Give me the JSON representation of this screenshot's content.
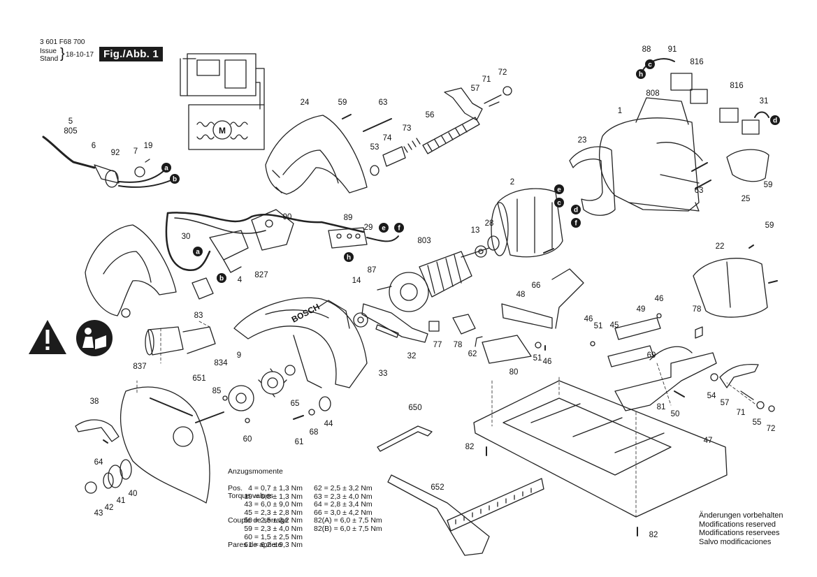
{
  "header": {
    "part_number": "3 601 F68 700",
    "issue_label": "Issue",
    "stand_label": "Stand",
    "date": "18-10-17",
    "figure": "Fig./Abb. 1"
  },
  "torque": {
    "headings": [
      "Anzugsmomente",
      "Torque values",
      "Couple de serrage",
      "Pares de apriete"
    ],
    "pos_label": "Pos.",
    "col1": [
      "4 = 0,7 ± 1,3 Nm",
      "19 = 0,8 ± 1,3 Nm",
      "43 = 6,0 ± 9,0 Nm",
      "45 = 2,3 ± 2,8 Nm",
      "50 = 2,5 ± 3,2 Nm",
      "59 = 2,3 ± 4,0 Nm",
      "60 = 1,5 ± 2,5 Nm",
      "61 = 6,2 ± 9,3 Nm"
    ],
    "col2": [
      "62 = 2,5 ± 3,2 Nm",
      "63 = 2,3 ± 4,0 Nm",
      "64 = 2,8 ± 3,4 Nm",
      "66 = 3,0 ± 4,2 Nm",
      "82(A) = 6,0 ± 7,5 Nm",
      "82(B) = 6,0 ± 7,5 Nm"
    ]
  },
  "modifications": [
    "Änderungen vorbehalten",
    "Modifications reserved",
    "Modifications reservees",
    "Salvo modificaciones"
  ],
  "brand": "BOSCH",
  "motor_symbol": "M",
  "callouts": [
    "a",
    "b",
    "c",
    "d",
    "e",
    "f"
  ],
  "part_labels": [
    "1",
    "2",
    "4",
    "5",
    "6",
    "7",
    "9",
    "13",
    "14",
    "19",
    "22",
    "23",
    "24",
    "25",
    "28",
    "29",
    "30",
    "31",
    "32",
    "33",
    "38",
    "40",
    "41",
    "42",
    "43",
    "44",
    "45",
    "46",
    "47",
    "48",
    "49",
    "50",
    "51",
    "53",
    "54",
    "55",
    "56",
    "57",
    "59",
    "60",
    "61",
    "62",
    "63",
    "64",
    "65",
    "66",
    "68",
    "69",
    "71",
    "72",
    "73",
    "74",
    "77",
    "78",
    "80",
    "81",
    "82",
    "83",
    "85",
    "87",
    "88",
    "89",
    "90",
    "91",
    "92",
    "650",
    "651",
    "652",
    "803",
    "805",
    "808",
    "816",
    "827",
    "834",
    "837"
  ],
  "colors": {
    "figure_bg": "#1c1c1c",
    "line": "#222222",
    "callout": "#1a1a1a"
  },
  "icons": [
    "warning-icon",
    "read-manual-icon",
    "motor-icon"
  ]
}
